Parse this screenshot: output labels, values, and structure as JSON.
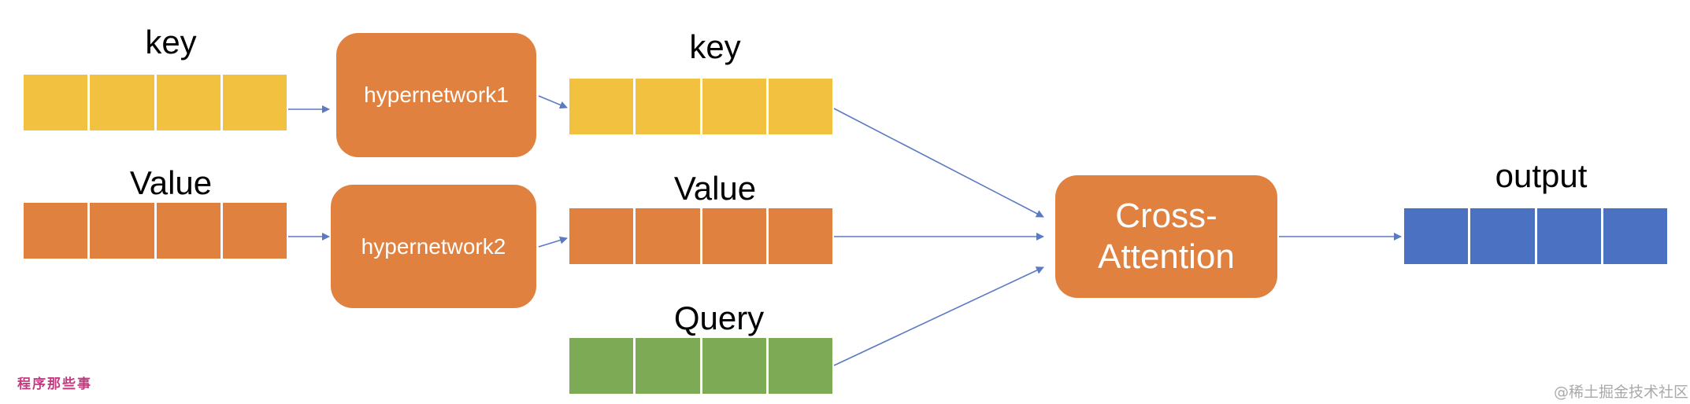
{
  "colors": {
    "key": "#F2C140",
    "value": "#E08140",
    "query": "#7CAA55",
    "output": "#4A71C2",
    "box": "#E08140",
    "arrow": "#5B7AC4",
    "watermark_left": "#C33A80"
  },
  "input": {
    "key_label": "key",
    "value_label": "Value"
  },
  "networks": {
    "hn1_label": "hypernetwork1",
    "hn2_label": "hypernetwork2"
  },
  "middle": {
    "key_label": "key",
    "value_label": "Value",
    "query_label": "Query"
  },
  "attention": {
    "line1": "Cross-",
    "line2": "Attention"
  },
  "output": {
    "label": "output"
  },
  "watermarks": {
    "left": "程序那些事",
    "right": "@稀土掘金技术社区"
  }
}
